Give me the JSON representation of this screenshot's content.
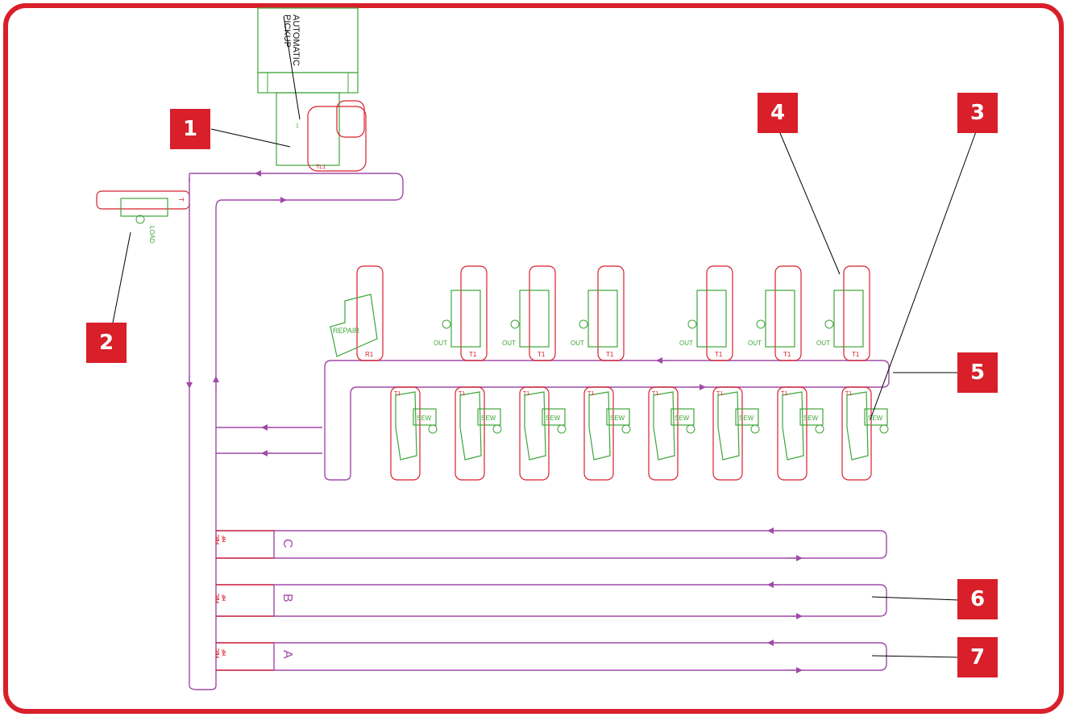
{
  "colors": {
    "frame": "#d81f2a",
    "conveyor": "#a04aa8",
    "station": "#d81f2a",
    "equipment": "#3fa53a",
    "leader": "#000000"
  },
  "labels": {
    "pickup_line1": "AUTOMATIC",
    "pickup_line2": "PICKUP",
    "pickup_small": "1",
    "tl1": "TL1",
    "load": "LOAD",
    "load_t": "T",
    "repair": "REPAIR",
    "r1": "R1",
    "out": "OUT",
    "t1": "T1",
    "sew": "SEW",
    "lane_tag_1": "FBC",
    "lane_tag_2": "HF"
  },
  "lanes": [
    "C",
    "B",
    "A"
  ],
  "callouts": [
    "1",
    "2",
    "3",
    "4",
    "5",
    "6",
    "7"
  ]
}
